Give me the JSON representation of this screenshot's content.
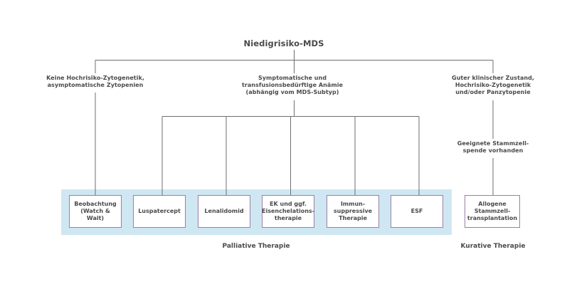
{
  "diagram": {
    "title": "Niedigrisiko-MDS",
    "line_color": "#6e6e6e",
    "box_border_color": "#9b7fa8",
    "band_color": "#cfe7f2",
    "text_color": "#4a4a4a",
    "branches": [
      {
        "id": "left",
        "label": "Keine Hochrisiko-Zytogenetik,\nasymptomatische Zytopenien"
      },
      {
        "id": "center",
        "label": "Symptomatische und\ntransfusionsbedürftige Anämie\n(abhängig vom MDS-Subtyp)"
      },
      {
        "id": "right",
        "label": "Guter klinischer Zustand,\nHochrisiko-Zytogenetik\nund/oder Panzytopenie"
      }
    ],
    "donor_condition": "Geeignete Stammzell-\nspende vorhanden",
    "treatments": [
      {
        "id": "watch-and-wait",
        "label": "Beobachtung\n(Watch & Wait)",
        "group": "palliative"
      },
      {
        "id": "luspatercept",
        "label": "Luspatercept",
        "group": "palliative"
      },
      {
        "id": "lenalidomid",
        "label": "Lenalidomid",
        "group": "palliative"
      },
      {
        "id": "ek-eisenchelation",
        "label": "EK und ggf.\nEisenchelations-\ntherapie",
        "group": "palliative"
      },
      {
        "id": "immunsuppressive",
        "label": "Immun-\nsuppressive\nTherapie",
        "group": "palliative"
      },
      {
        "id": "esf",
        "label": "ESF",
        "group": "palliative"
      },
      {
        "id": "allogene-sztx",
        "label": "Allogene\nStammzell-\ntransplantation",
        "group": "kurative"
      }
    ],
    "captions": {
      "palliative": "Palliative Therapie",
      "kurative": "Kurative Therapie"
    }
  }
}
